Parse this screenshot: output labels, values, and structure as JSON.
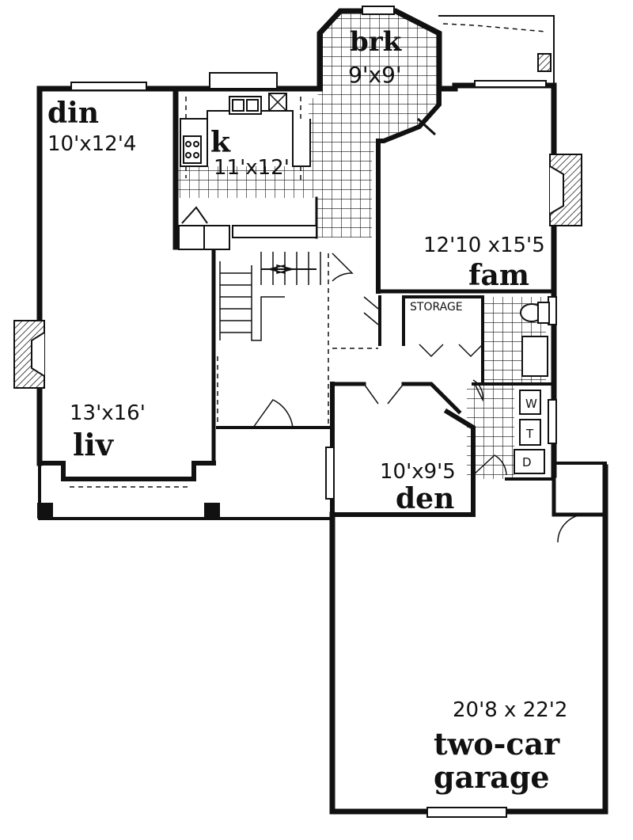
{
  "rooms": {
    "breakfast": {
      "name": "brk",
      "dims": "9'x9'"
    },
    "dining": {
      "name": "din",
      "dims": "10'x12'4"
    },
    "kitchen": {
      "name": "k",
      "dims": "11'x12'"
    },
    "family": {
      "name": "fam",
      "dims": "12'10 x15'5"
    },
    "living": {
      "name": "liv",
      "dims": "13'x16'"
    },
    "den": {
      "name": "den",
      "dims": "10'x9'5"
    },
    "garage": {
      "name_line1": "two-car",
      "name_line2": "garage",
      "dims": "20'8 x 22'2"
    }
  },
  "labels": {
    "storage": "STORAGE",
    "washer": "W",
    "toilet": "T",
    "dryer": "D"
  },
  "colors": {
    "line": "#111111",
    "background": "#ffffff"
  }
}
